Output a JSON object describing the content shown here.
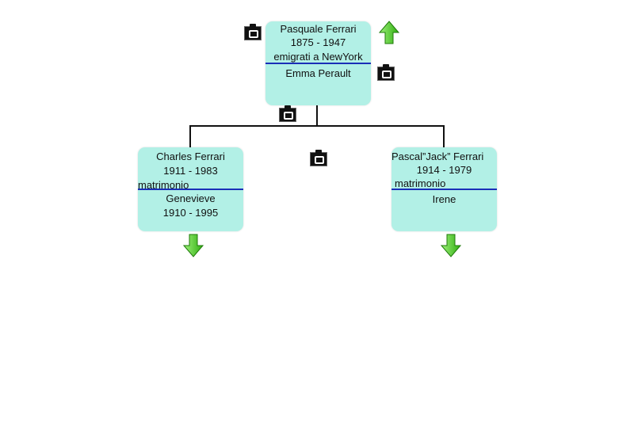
{
  "root": {
    "name": "Pasquale Ferrari",
    "years": "1875 - 1947",
    "note": "emigrati a NewYork",
    "spouse": "Emma Perault"
  },
  "children": [
    {
      "name": "Charles Ferrari",
      "years": "1911 - 1983",
      "relation": "matrimonio",
      "spouse": "Genevieve",
      "spouse_years": "1910 - 1995"
    },
    {
      "name": "Pascal”Jack” Ferrari",
      "years": "1914 - 1979",
      "relation": "matrimonio",
      "spouse": "Irene"
    }
  ],
  "icons": {
    "photo": "camera-icon",
    "up": "arrow-up-icon",
    "down": "arrow-down-icon"
  },
  "colors": {
    "node_fill": "#b2f0e6",
    "divider": "#1a2fb8",
    "arrow_green": "#3cc21a",
    "connector": "#111111"
  }
}
